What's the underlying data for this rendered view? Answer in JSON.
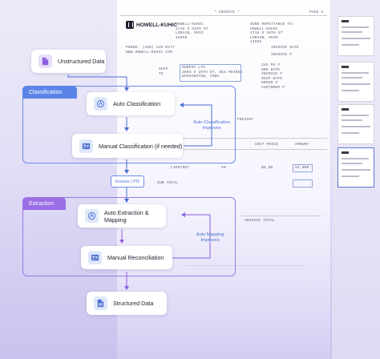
{
  "flow": {
    "start_label": "Unstructured Data",
    "classification": {
      "title": "Classification",
      "auto_label": "Auto Classification",
      "manual_label": "Manual Classification (if needed)",
      "note": "Auto Classification Improves"
    },
    "handoff_label": "Invoice | PO",
    "extraction": {
      "title": "Extraction",
      "auto_label": "Auto Extraction & Mapping",
      "manual_label": "Manual Reconciliation",
      "note": "Auto Mapping Improves"
    },
    "end_label": "Structured Data",
    "colors": {
      "classification": "#5b84e8",
      "extraction": "#9a6ee6"
    }
  },
  "invoice": {
    "company": "HOWELL-KUHIC",
    "header": "* INVOICE *",
    "page": "PAGE 1",
    "remit_title": "SEND REMITTANCE TO:",
    "remit_lines": [
      "HOWELL-KUHIC",
      "1718 S 38TH ST",
      "LORAIN, OHIO",
      "44055"
    ],
    "company_address": [
      "HOWELL-KUHIC",
      "1718 S 38TH ST",
      "LORAIN, OHIO",
      "44055"
    ],
    "phone": "PHONE: (440) 240-0277",
    "web": "WWW.HOWELL-KUHIC.COM",
    "invoice_date_label": "INVOICE DATE",
    "invoice_no_label": "INVOICE #",
    "ship_label": "SHIP",
    "to_label": "TO",
    "ship_to": [
      "MURPHY LTD",
      "2003 S 26TH ST, DES MOINES",
      "WASHINGTON, IOWA"
    ],
    "order_fields": [
      "CUS PO #",
      "ORD DATE",
      "INVOICE #",
      "SHIP DATE",
      "ORDER #",
      "CUSTOMER #"
    ],
    "table_headers": [
      "FREIGHT",
      "UNIT PRICE",
      "AMOUNT"
    ],
    "row_values": [
      "LIGHTSET",
      "50",
      "$2,80",
      "54,600"
    ],
    "sub_total_label": "SUB TOTAL",
    "invoice_total_label": "INVOICE TOTAL"
  }
}
